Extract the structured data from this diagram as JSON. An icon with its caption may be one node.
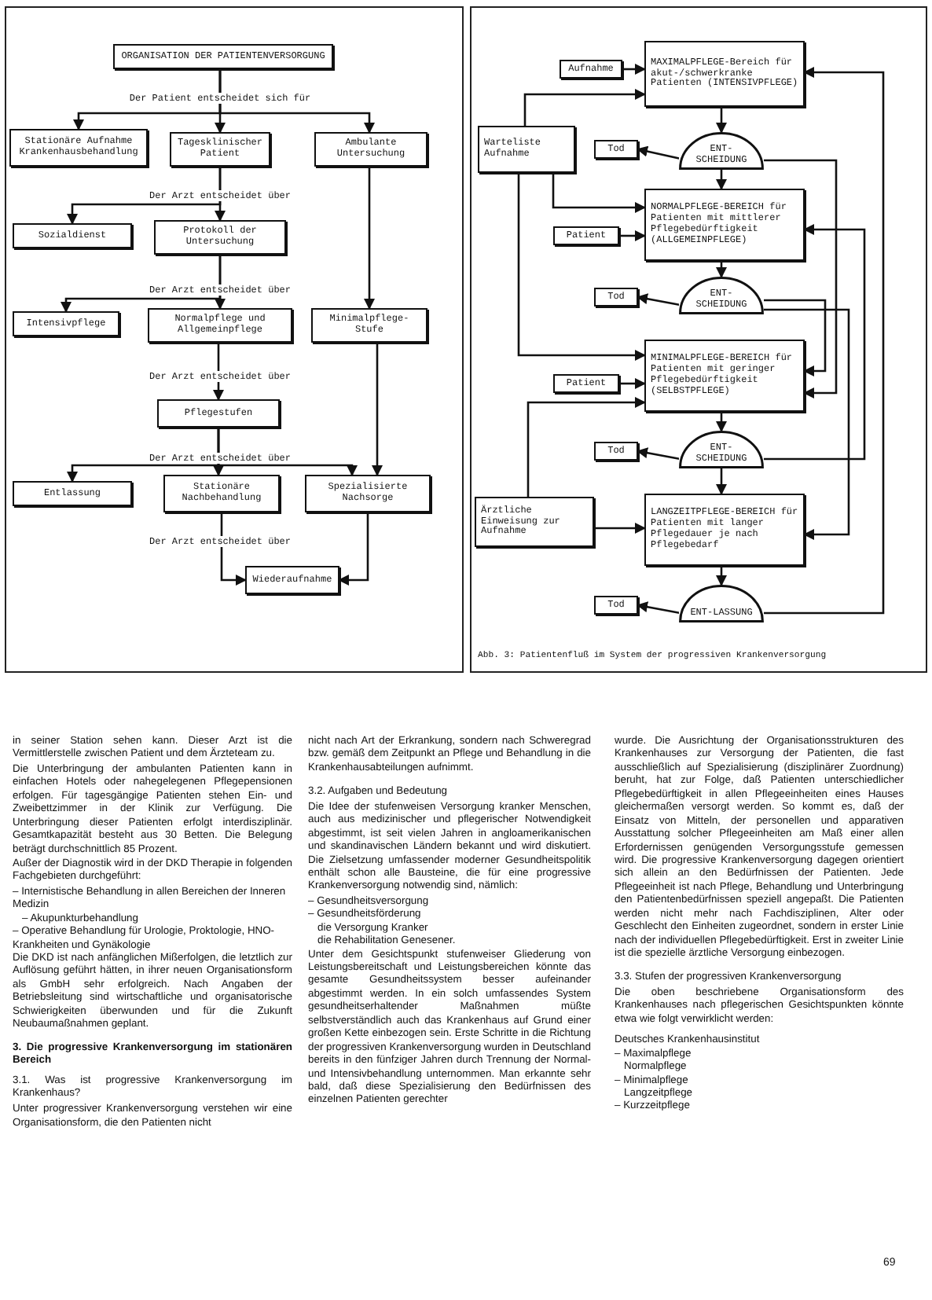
{
  "diagram": {
    "nodes": [
      {
        "text": [
          "ORGANISATION DER PATIENTENVERSORGUNG"
        ]
      },
      {
        "text": [
          "Stationäre Aufnahme Krankenhausbehandlung"
        ]
      },
      {
        "text": [
          "Tagesklinischer Patient"
        ]
      },
      {
        "text": [
          "Ambulante Untersuchung"
        ]
      },
      {
        "text": [
          "Sozialdienst"
        ]
      },
      {
        "text": [
          "Protokoll der Untersuchung"
        ]
      },
      {
        "text": [
          "Intensivpflege"
        ]
      },
      {
        "text": [
          "Normalpflege und Allgemeinpflege"
        ]
      },
      {
        "text": [
          "Minimalpflege-Stufe"
        ]
      },
      {
        "text": [
          "Pflegestufen"
        ]
      },
      {
        "text": [
          "Entlassung"
        ]
      },
      {
        "text": [
          "Stationäre Nachbehandlung"
        ]
      },
      {
        "text": [
          "Spezialisierte Nachsorge"
        ]
      },
      {
        "text": [
          "Wiederaufnahme"
        ]
      },
      {
        "text": [
          "Aufnahme"
        ]
      },
      {
        "text": [
          "Warteliste Aufnahme"
        ]
      },
      {
        "text": [
          "MAXIMALPFLEGE-Bereich für akut-/schwerkranke Patienten (INTENSIVPFLEGE)"
        ]
      },
      {
        "text": [
          "ENT-SCHEIDUNG"
        ]
      },
      {
        "text": [
          "Tod"
        ]
      },
      {
        "text": [
          "NORMALPFLEGE-BEREICH für Patienten mit mittlerer Pflegebedürftigkeit (ALLGEMEINPFLEGE)"
        ]
      },
      {
        "text": [
          "Patient"
        ]
      },
      {
        "text": [
          "ENT-SCHEIDUNG"
        ]
      },
      {
        "text": [
          "Tod"
        ]
      },
      {
        "text": [
          "MINIMALPFLEGE-BEREICH für Patienten mit geringer Pflegebedürftigkeit (SELBSTPFLEGE)"
        ]
      },
      {
        "text": [
          "Patient"
        ]
      },
      {
        "text": [
          "ENT-SCHEIDUNG"
        ]
      },
      {
        "text": [
          "Tod"
        ]
      },
      {
        "text": [
          "Ärztliche Einweisung zur Aufnahme"
        ]
      },
      {
        "text": [
          "LANGZEITPFLEGE-BEREICH für Patienten mit langer Pflegedauer je nach Pflegebedarf"
        ]
      },
      {
        "text": [
          "ENT-LASSUNG"
        ]
      },
      {
        "text": [
          "Tod"
        ]
      }
    ],
    "edges": [
      {
        "from": 0,
        "to": 1,
        "arrow": "to"
      },
      {
        "from": 0,
        "to": 2,
        "arrow": "to"
      },
      {
        "from": 0,
        "to": 3,
        "arrow": "to"
      },
      {
        "from": 2,
        "to": 4,
        "arrow": "to"
      },
      {
        "from": 2,
        "to": 5,
        "arrow": "to"
      },
      {
        "from": 3,
        "to": 8,
        "arrow": "to"
      },
      {
        "from": 5,
        "to": 6,
        "arrow": "to"
      },
      {
        "from": 5,
        "to": 7,
        "arrow": "to"
      },
      {
        "from": 7,
        "to": 9,
        "arrow": "to"
      },
      {
        "from": 9,
        "to": 10,
        "arrow": "to"
      },
      {
        "from": 9,
        "to": 11,
        "arrow": "to"
      },
      {
        "from": 9,
        "to": 12,
        "arrow": "to"
      },
      {
        "from": 8,
        "to": 12,
        "arrow": "to"
      },
      {
        "from": 11,
        "to": 13,
        "arrow": "to"
      },
      {
        "from": 12,
        "to": 13,
        "arrow": "to"
      },
      {
        "from": 14,
        "to": 16,
        "arrow": "to"
      },
      {
        "from": 15,
        "to": 16,
        "arrow": "to"
      },
      {
        "from": 15,
        "to": 19,
        "arrow": "to"
      },
      {
        "from": 15,
        "to": 23,
        "arrow": "to"
      },
      {
        "from": 16,
        "to": 17,
        "arrow": "to"
      },
      {
        "from": 17,
        "to": 18,
        "arrow": "to"
      },
      {
        "from": 17,
        "to": 19,
        "arrow": "to"
      },
      {
        "from": 17,
        "to": 23,
        "arrow": "to"
      },
      {
        "from": 19,
        "to": 21,
        "arrow": "to"
      },
      {
        "from": 21,
        "to": 22,
        "arrow": "to"
      },
      {
        "from": 21,
        "to": 23,
        "arrow": "to"
      },
      {
        "from": 21,
        "to": 28,
        "arrow": "to"
      },
      {
        "from": 20,
        "to": 19,
        "arrow": "to"
      },
      {
        "from": 24,
        "to": 23,
        "arrow": "to"
      },
      {
        "from": 23,
        "to": 25,
        "arrow": "to"
      },
      {
        "from": 25,
        "to": 26,
        "arrow": "to"
      },
      {
        "from": 25,
        "to": 28,
        "arrow": "to"
      },
      {
        "from": 25,
        "to": 19,
        "arrow": "to"
      },
      {
        "from": 27,
        "to": 28,
        "arrow": "to"
      },
      {
        "from": 28,
        "to": 29,
        "arrow": "to"
      },
      {
        "from": 29,
        "to": 30,
        "arrow": "to"
      },
      {
        "from": 29,
        "to": 16,
        "arrow": "to"
      },
      {
        "from": 27,
        "to": 23,
        "arrow": "to"
      }
    ],
    "labels": [
      "Der Patient entscheidet sich für",
      "Der Arzt entscheidet über",
      "Der Arzt entscheidet über",
      "Der Arzt entscheidet über",
      "Der Arzt entscheidet über",
      "Der Arzt entscheidet über",
      "Abb. 3: Patientenfluß im System der progressiven Krankenversorgung",
      "in seiner Station sehen kann. Dieser Arzt ist die Vermittlerstelle zwischen Patient und dem Ärzteteam zu.",
      "Die Unterbringung der ambulanten Patienten kann in einfachen Hotels oder nahegelegenen Pflegepensionen erfolgen. Für tagesgängige Patienten stehen Ein- und Zweibettzimmer in der Klinik zur Verfügung. Die Unterbringung dieser Patienten erfolgt interdisziplinär. Gesamtkapazität besteht aus 30 Betten. Die Belegung beträgt durchschnittlich 85 Prozent.",
      "Außer der Diagnostik wird in der DKD Therapie in folgenden Fachgebieten durchgeführt:",
      "– Internistische Behandlung in allen Bereichen der Inneren Medizin",
      "– Akupunkturbehandlung",
      "– Operative Behandlung für Urologie, Proktologie, HNO-Krankheiten und Gynäkologie",
      "Die DKD ist nach anfänglichen Mißerfolgen, die letztlich zur Auflösung geführt hätten, in ihrer neuen Organisationsform als GmbH sehr erfolgreich. Nach Angaben der Betriebsleitung sind wirtschaftliche und organisatorische Schwierigkeiten überwunden und für die Zukunft Neubaumaßnahmen geplant.",
      "3. Die progressive Krankenversorgung im stationären Bereich",
      "3.1. Was ist progressive Krankenversorgung im Krankenhaus?",
      "Unter progressiver Krankenversorgung verstehen wir eine Organisationsform, die den Patienten nicht",
      "nicht nach Art der Erkrankung, sondern nach Schweregrad bzw. gemäß dem Zeitpunkt an Pflege und Behandlung in die Krankenhausabteilungen aufnimmt.",
      "3.2. Aufgaben und Bedeutung",
      "Die Idee der stufenweisen Versorgung kranker Menschen, auch aus medizinischer und pflegerischer Notwendigkeit abgestimmt, ist seit vielen Jahren in angloamerikanischen und skandinavischen Ländern bekannt und wird diskutiert. Die Zielsetzung umfassender moderner Gesundheitspolitik enthält schon alle Bausteine, die für eine progressive Krankenversorgung notwendig sind, nämlich:",
      "– Gesundheitsversorgung",
      "– Gesundheitsförderung",
      "die Versorgung Kranker",
      "die Rehabilitation Genesener.",
      "Unter dem Gesichtspunkt stufenweiser Gliederung von Leistungsbereitschaft und Leistungsbereichen könnte das gesamte Gesundheitssystem besser aufeinander abgestimmt werden. In ein solch umfassendes System gesundheitserhaltender Maßnahmen müßte selbstverständlich auch das Krankenhaus auf Grund einer großen Kette einbezogen sein. Erste Schritte in die Richtung der progressiven Krankenversorgung wurden in Deutschland bereits in den fünfziger Jahren durch Trennung der Normal- und Intensivbehandlung unternommen. Man erkannte sehr bald, daß diese Spezialisierung den Bedürfnissen des einzelnen Patienten gerechter",
      "wurde. Die Ausrichtung der Organisationsstrukturen des Krankenhauses zur Versorgung der Patienten, die fast ausschließlich auf Spezialisierung (disziplinärer Zuordnung) beruht, hat zur Folge, daß Patienten unterschiedlicher Pflegebedürftigkeit in allen Pflegeeinheiten eines Hauses gleichermaßen versorgt werden. So kommt es, daß der Einsatz von Mitteln, der personellen und apparativen Ausstattung solcher Pflegeeinheiten am Maß einer allen Erfordernissen genügenden Versorgungsstufe gemessen wird. Die progressive Krankenversorgung dagegen orientiert sich allein an den Bedürfnissen der Patienten. Jede Pflegeeinheit ist nach Pflege, Behandlung und Unterbringung den Patientenbedürfnissen speziell angepaßt. Die Patienten werden nicht mehr nach Fachdisziplinen, Alter oder Geschlecht den Einheiten zugeordnet, sondern in erster Linie nach der individuellen Pflegebedürftigkeit. Erst in zweiter Linie ist die spezielle ärztliche Versorgung einbezogen.",
      "3.3. Stufen der progressiven Krankenversorgung",
      "Die oben beschriebene Organisationsform des Krankenhauses nach pflegerischen Gesichtspunkten könnte etwa wie folgt verwirklicht werden:",
      "Deutsches Krankenhausinstitut",
      "– Maximalpflege",
      "Normalpflege",
      "– Minimalpflege",
      "Langzeitpflege",
      "– Kurzzeitpflege",
      "69"
    ]
  }
}
